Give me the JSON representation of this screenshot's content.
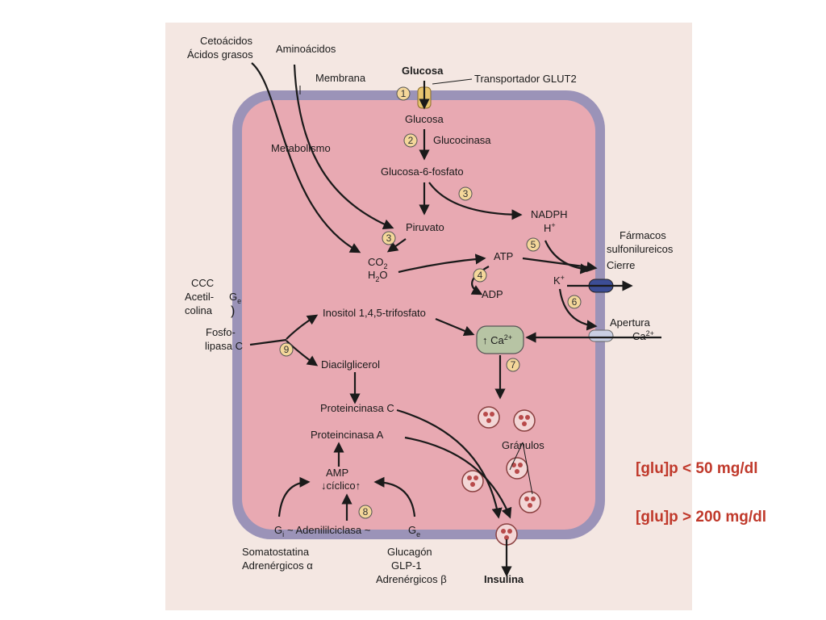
{
  "labels": {
    "cetoacidos": "Cetoácidos",
    "acidos_grasos": "Ácidos grasos",
    "aminoacidos": "Aminoácidos",
    "membrana": "Membrana",
    "glucosa_ext": "Glucosa",
    "transportador": "Transportador GLUT2",
    "glucosa_int": "Glucosa",
    "glucocinasa": "Glucocinasa",
    "glucosa6f": "Glucosa-6-fosfato",
    "metabolismo": "Metabolismo",
    "nadph": "NADPH",
    "h_plus": "H",
    "piruvato": "Piruvato",
    "co2": "CO",
    "h2o": "H",
    "farmacos": "Fármacos",
    "sulfonilureicos": "sulfonilureicos",
    "atp": "ATP",
    "cierre": "Cierre",
    "adp": "ADP",
    "k_plus": "K",
    "ccc": "CCC",
    "acetil": "Acetil-",
    "colina": "colina",
    "ge_receptor": "G",
    "inositol": "Inositol 1,4,5-trifosfato",
    "fosfo": "Fosfo-",
    "lipasa_c": "lipasa C",
    "apertura": "Apertura",
    "ca_ext": "Ca",
    "ca_int": "↑ Ca",
    "diacilglicerol": "Diacilglicerol",
    "proteincinasa_c": "Proteincinasa C",
    "proteincinasa_a": "Proteincinasa A",
    "granulos": "Gránulos",
    "amp": "AMP",
    "ciclico": "↓cíclico↑",
    "gi": "G",
    "adenililciclasa": "~ Adenililciclasa ~",
    "ge_bottom": "G",
    "somatostatina": "Somatostatina",
    "adrenergicos_alfa": "Adrenérgicos α",
    "glucagon": "Glucagón",
    "glp1": "GLP-1",
    "adrenergicos_beta": "Adrenérgicos β",
    "insulina": "Insulina"
  },
  "steps": [
    "1",
    "2",
    "3",
    "3",
    "4",
    "5",
    "6",
    "7",
    "8",
    "9"
  ],
  "annotations": {
    "low": "[glu]p < 50 mg/dl",
    "high": "[glu]p > 200 mg/dl"
  },
  "colors": {
    "cell_fill": "#e8a9b2",
    "membrane": "#9b93b8",
    "annotation": "#c0392b",
    "step_circle": "#f4d79a"
  }
}
